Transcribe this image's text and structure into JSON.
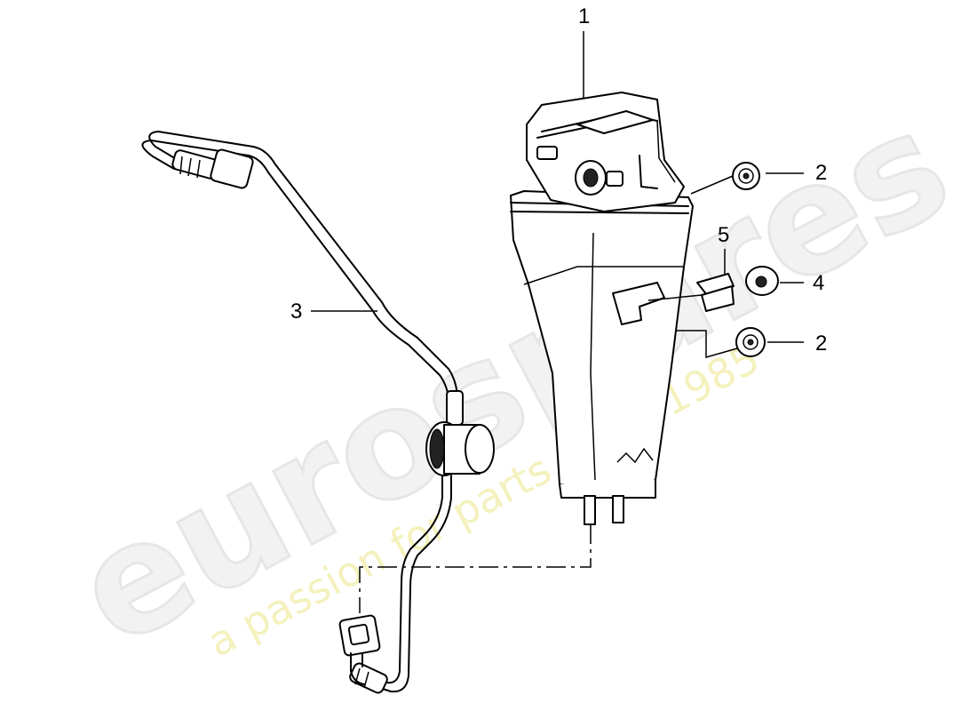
{
  "watermark": {
    "brand": "eurospares",
    "tagline": "a passion for parts since 1985"
  },
  "callouts": {
    "part_1": "1",
    "part_2_upper": "2",
    "part_2_lower": "2",
    "part_3": "3",
    "part_4": "4",
    "part_5": "5"
  },
  "colors": {
    "linework": "#000000",
    "watermark_brand": "#e6e6e6",
    "watermark_tagline": "#f4f1bd"
  }
}
